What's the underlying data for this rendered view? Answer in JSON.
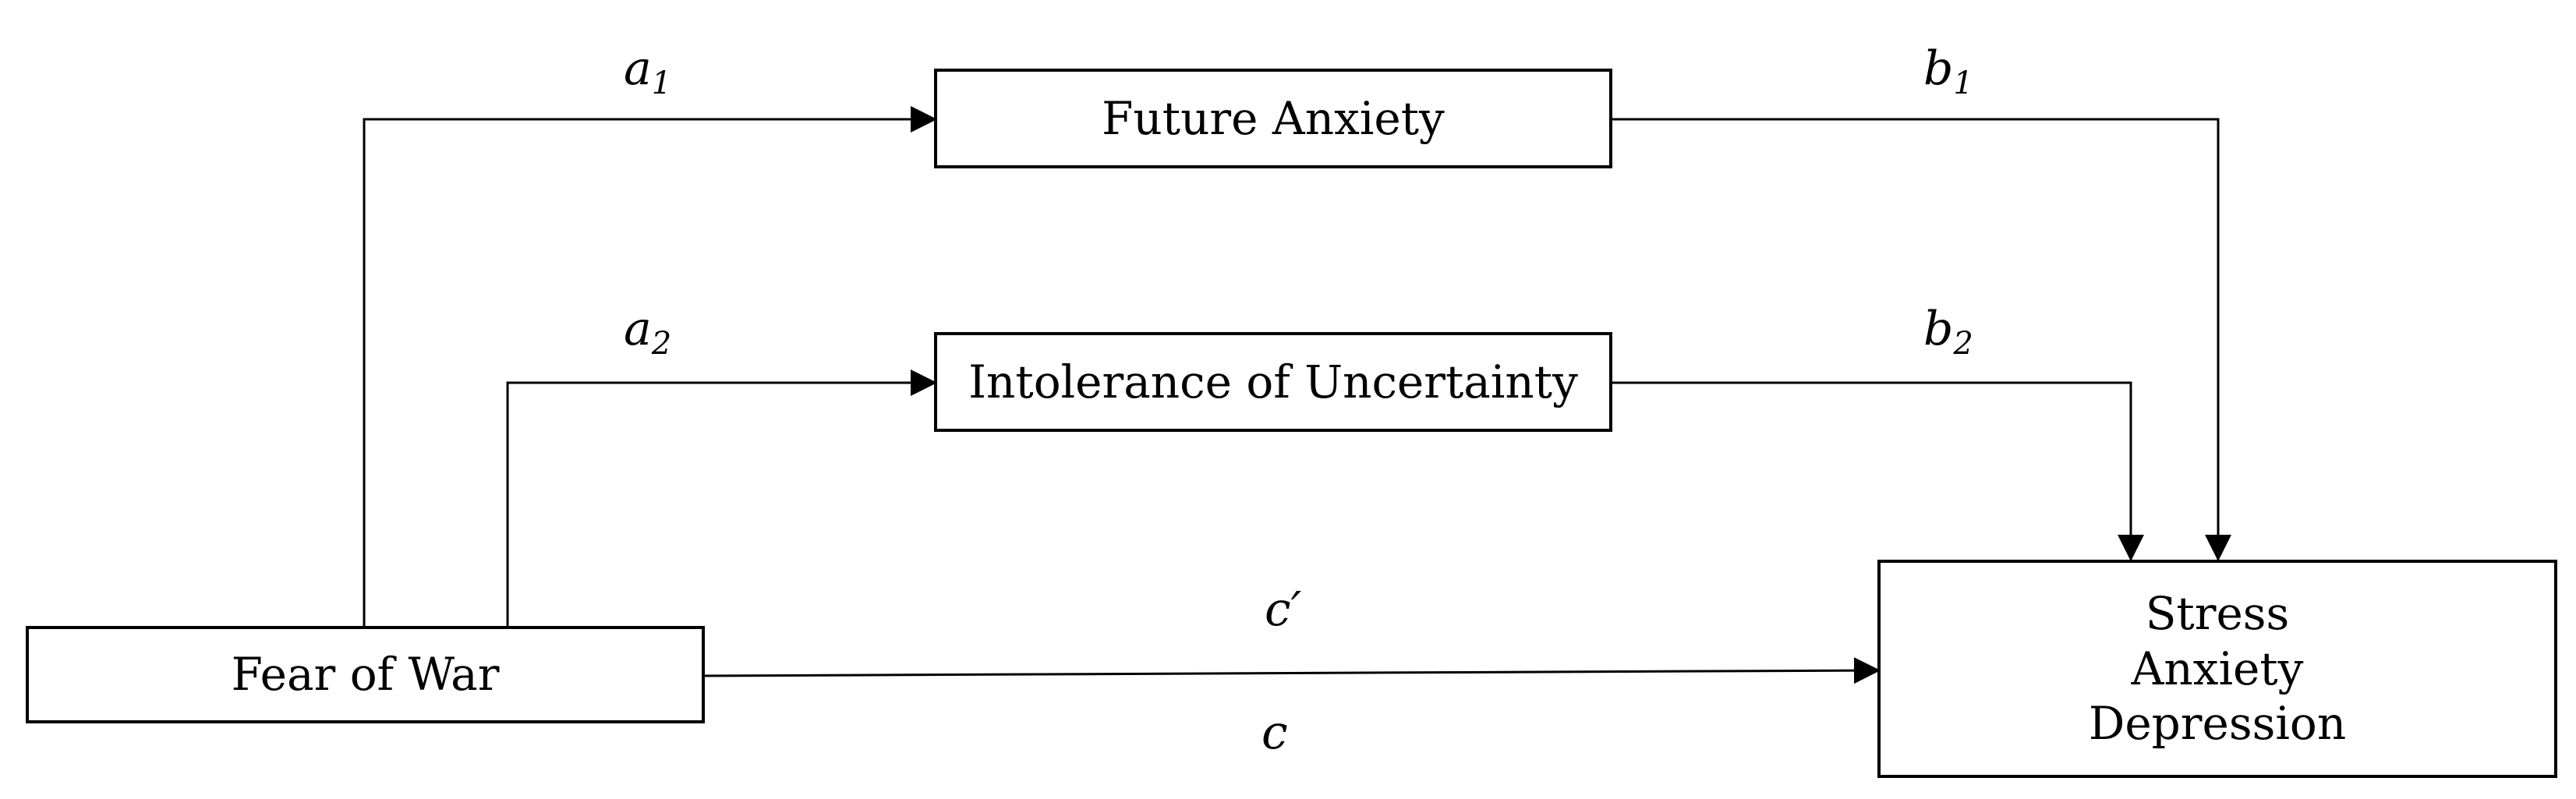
{
  "diagram": {
    "nodes": {
      "fear_of_war": "Fear of War",
      "future_anxiety": "Future Anxiety",
      "intolerance_of_uncertainty": "Intolerance of Uncertainty",
      "outcome": [
        "Stress",
        "Anxiety",
        "Depression"
      ]
    },
    "paths": {
      "a1": {
        "symbol": "a",
        "sub": "1"
      },
      "a2": {
        "symbol": "a",
        "sub": "2"
      },
      "b1": {
        "symbol": "b",
        "sub": "1"
      },
      "b2": {
        "symbol": "b",
        "sub": "2"
      },
      "c_prime": {
        "symbol": "c′"
      },
      "c": {
        "symbol": "c"
      }
    },
    "colors": {
      "stroke": "#000000",
      "background": "#ffffff"
    }
  }
}
